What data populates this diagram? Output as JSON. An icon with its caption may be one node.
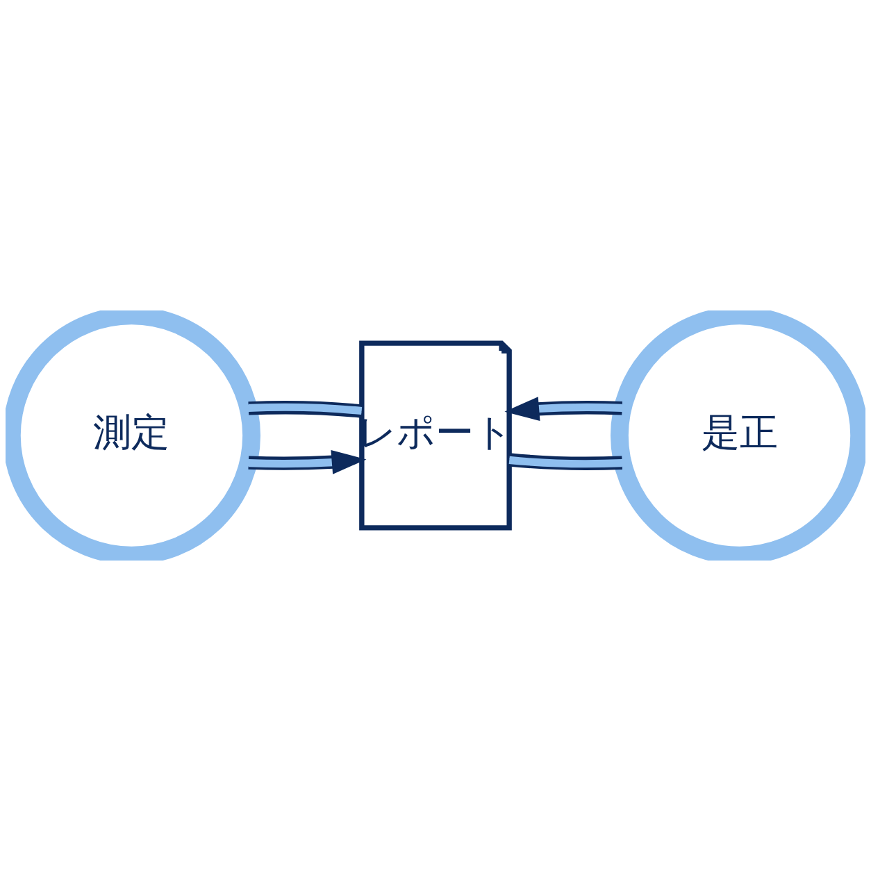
{
  "diagram": {
    "nodes": [
      {
        "text": [
          "測定"
        ]
      },
      {
        "text": [
          "レポート"
        ]
      },
      {
        "text": [
          "是正"
        ]
      }
    ],
    "edges": [
      {
        "from": 0,
        "to": 1,
        "arrow": "to"
      },
      {
        "from": 1,
        "to": 2,
        "arrow": "none"
      },
      {
        "from": 2,
        "to": 1,
        "arrow": "to"
      },
      {
        "from": 1,
        "to": 0,
        "arrow": "none"
      }
    ]
  }
}
